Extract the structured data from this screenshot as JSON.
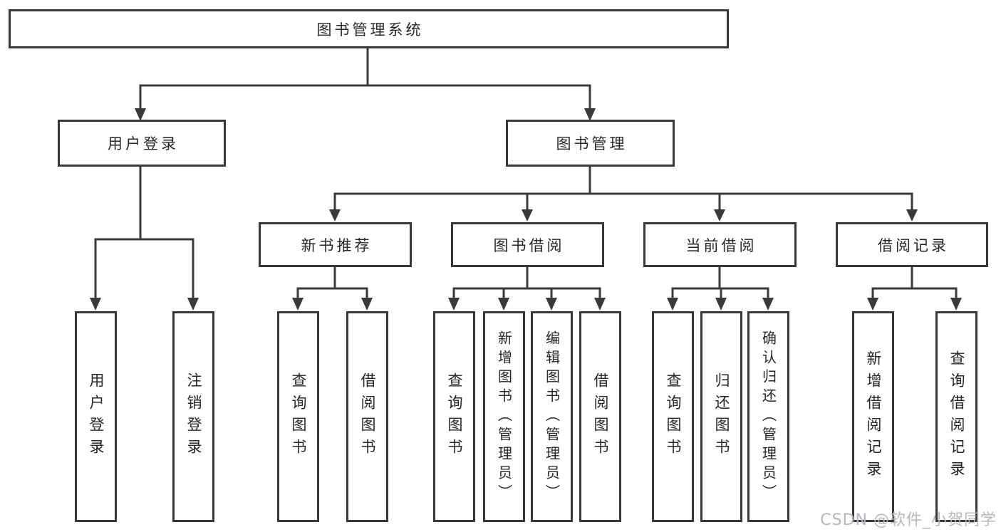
{
  "diagram": {
    "root": {
      "label": "图书管理系统"
    },
    "branches": [
      {
        "label": "用户登录",
        "children": [
          "用户登录",
          "注销登录"
        ]
      },
      {
        "label": "图书管理",
        "children_groups": [
          {
            "label": "新书推荐",
            "children": [
              "查询图书",
              "借阅图书"
            ]
          },
          {
            "label": "图书借阅",
            "children": [
              "查询图书",
              "新增图书（管理员）",
              "编辑图书（管理员）",
              "借阅图书"
            ]
          },
          {
            "label": "当前借阅",
            "children": [
              "查询图书",
              "归还图书",
              "确认归还（管理员）"
            ]
          },
          {
            "label": "借阅记录",
            "children": [
              "新增借阅记录",
              "查询借阅记录"
            ]
          }
        ]
      }
    ]
  },
  "watermark": {
    "text": "CSDN @软件_小贺同学"
  },
  "colors": {
    "line": "#3a3a3a",
    "text": "#262626",
    "watermark": "#b7b7c0",
    "background": "#ffffff"
  }
}
